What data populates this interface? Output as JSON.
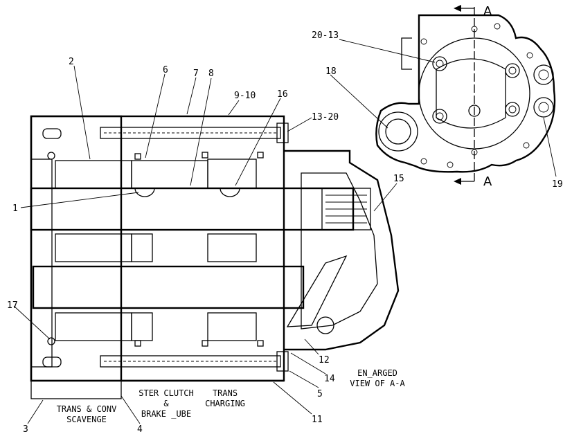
{
  "callouts": {
    "c1": "1",
    "c2": "2",
    "c3": "3",
    "c4": "4",
    "c5": "5",
    "c6": "6",
    "c7": "7",
    "c8": "8",
    "c9_10": "9-10",
    "c11": "11",
    "c12": "12",
    "c13_20": "13-20",
    "c14": "14",
    "c15": "15",
    "c16": "16",
    "c17": "17",
    "c18": "18",
    "c19": "19",
    "c20_13": "20-13"
  },
  "section_marks": {
    "top": "A",
    "bottom": "A"
  },
  "captions": {
    "trans_conv_line1": "TRANS & CONV",
    "trans_conv_line2": "SCAVENGE",
    "steer_line1": "STER CLUTCH",
    "steer_line2": "&",
    "steer_line3": "BRAKE _UBE",
    "trans_charging_line1": "TRANS",
    "trans_charging_line2": "CHARGING",
    "enlarged_line1": "EN_ARGED",
    "enlarged_line2": "VIEW OF A-A"
  }
}
